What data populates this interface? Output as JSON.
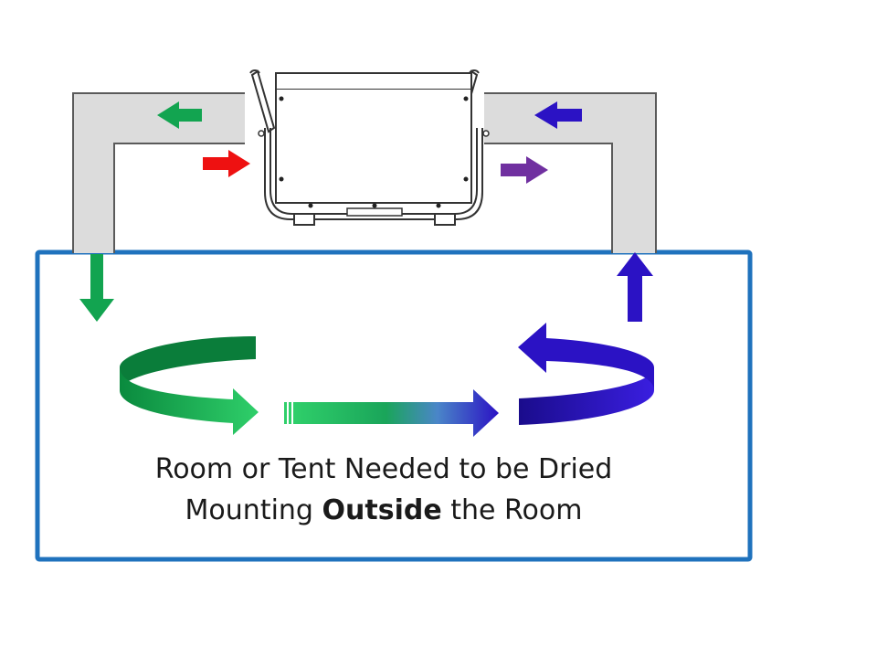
{
  "caption": {
    "line1": "Room or Tent Needed to be Dried",
    "line2_before": "Mounting ",
    "line2_bold": "Outside",
    "line2_after": " the Room"
  },
  "colors": {
    "duct_fill": "#dcdcdc",
    "duct_stroke": "#5a5a5a",
    "room_border": "#1f72bd",
    "green": "#12a450",
    "red": "#ee1111",
    "purple": "#7030a0",
    "blue": "#2b12c4"
  },
  "icons": {
    "unit": "dehumidifier-unit-icon",
    "flow_arrows": "arrow-icon",
    "circulation": "circular-arrow-icon"
  }
}
